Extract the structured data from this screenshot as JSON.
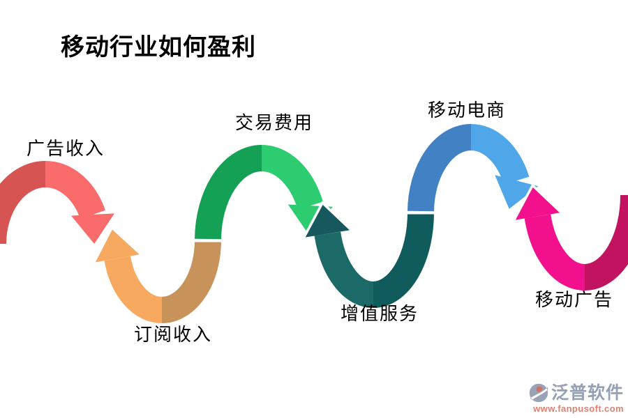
{
  "title": {
    "text": "移动行业如何盈利",
    "color": "#000000"
  },
  "diagram": {
    "type": "wave-arrow-process",
    "label_color": "#000000",
    "segments": [
      {
        "name": "ad-revenue",
        "label": "广告收入",
        "shape": "crest",
        "color_main": "#D65552",
        "color_accent": "#F96C6B",
        "color_arrow": "#F96C6B"
      },
      {
        "name": "subscription-revenue",
        "label": "订阅收入",
        "shape": "trough",
        "color_main": "#C8935B",
        "color_accent": "#F6A95F",
        "color_arrow": "#F6A95F"
      },
      {
        "name": "transaction-fees",
        "label": "交易费用",
        "shape": "crest",
        "color_main": "#14A055",
        "color_accent": "#2ECC71",
        "color_arrow": "#2ECC71"
      },
      {
        "name": "value-added-services",
        "label": "增值服务",
        "shape": "trough",
        "color_main": "#105B5B",
        "color_accent": "#1C6A67",
        "color_arrow": "#17585E"
      },
      {
        "name": "mobile-ecommerce",
        "label": "移动电商",
        "shape": "crest",
        "color_main": "#4181C4",
        "color_accent": "#4FA7E9",
        "color_arrow": "#4FA7E9"
      },
      {
        "name": "mobile-advertising",
        "label": "移动广告",
        "shape": "trough",
        "color_main": "#C1135F",
        "color_accent": "#F2108D",
        "color_arrow": "#F2108D"
      }
    ]
  },
  "watermark": {
    "brand": "泛普软件",
    "url": "www.fanpusoft.com",
    "brand_color": "#96A0B4",
    "url_color": "#DF8070",
    "logo_color": "#9AA3B5",
    "logo_accent": "#D8705F"
  }
}
